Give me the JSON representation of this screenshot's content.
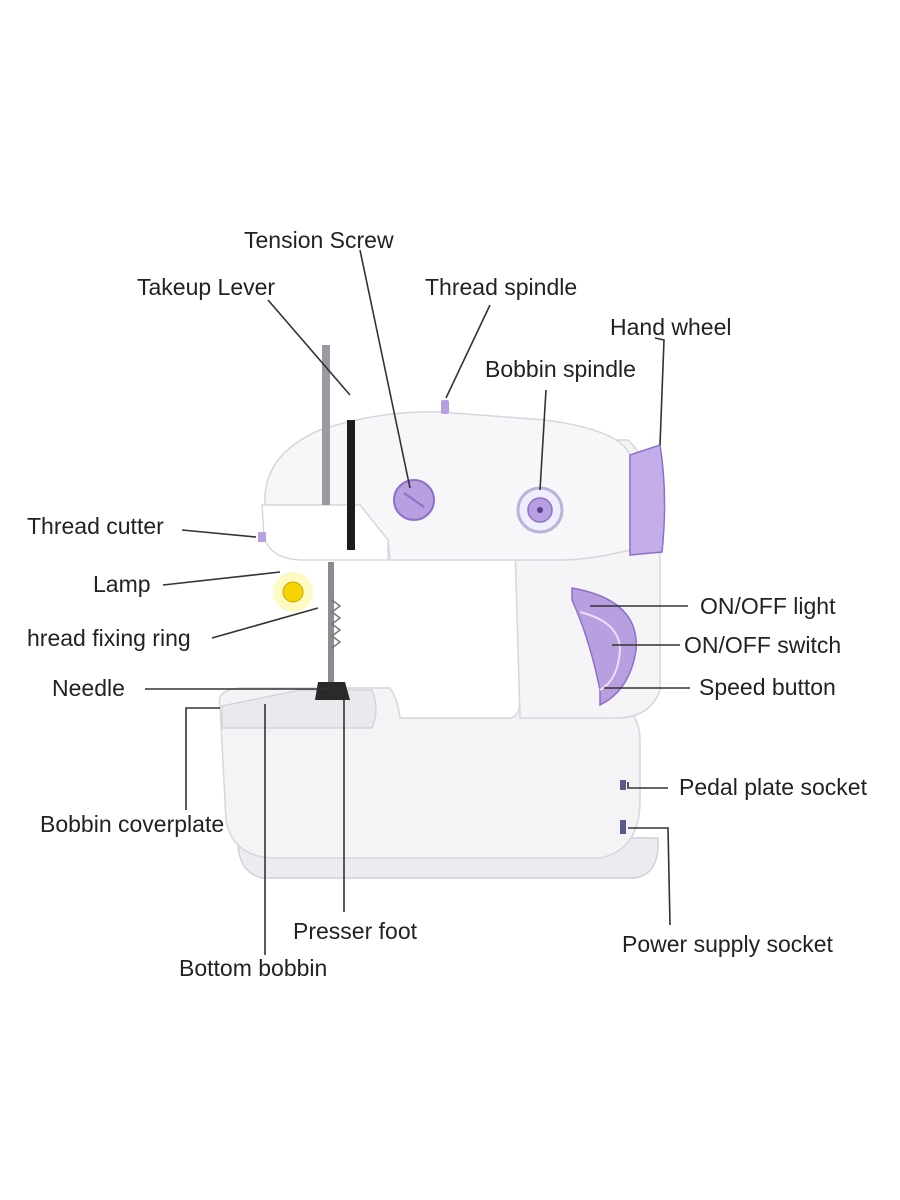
{
  "colors": {
    "body": "#f3f3f5",
    "body_shadow": "#d6d6dc",
    "accent": "#b79fe0",
    "accent_dark": "#8f6fc9",
    "lamp": "#f3d400",
    "leader": "#333333"
  },
  "labels": {
    "tension_screw": "Tension Screw",
    "takeup_lever": "Takeup Lever",
    "thread_spindle": "Thread spindle",
    "hand_wheel": "Hand wheel",
    "bobbin_spindle": "Bobbin spindle",
    "thread_cutter": "Thread cutter",
    "lamp": "Lamp",
    "thread_fixing_ring": "hread fixing ring",
    "needle": "Needle",
    "on_off_light": "ON/OFF light",
    "on_off_switch": "ON/OFF switch",
    "speed_button": "Speed button",
    "pedal_plate_socket": "Pedal plate socket",
    "bobbin_coverplate": "Bobbin coverplate",
    "presser_foot": "Presser foot",
    "power_supply_socket": "Power supply socket",
    "bottom_bobbin": "Bottom bobbin"
  }
}
